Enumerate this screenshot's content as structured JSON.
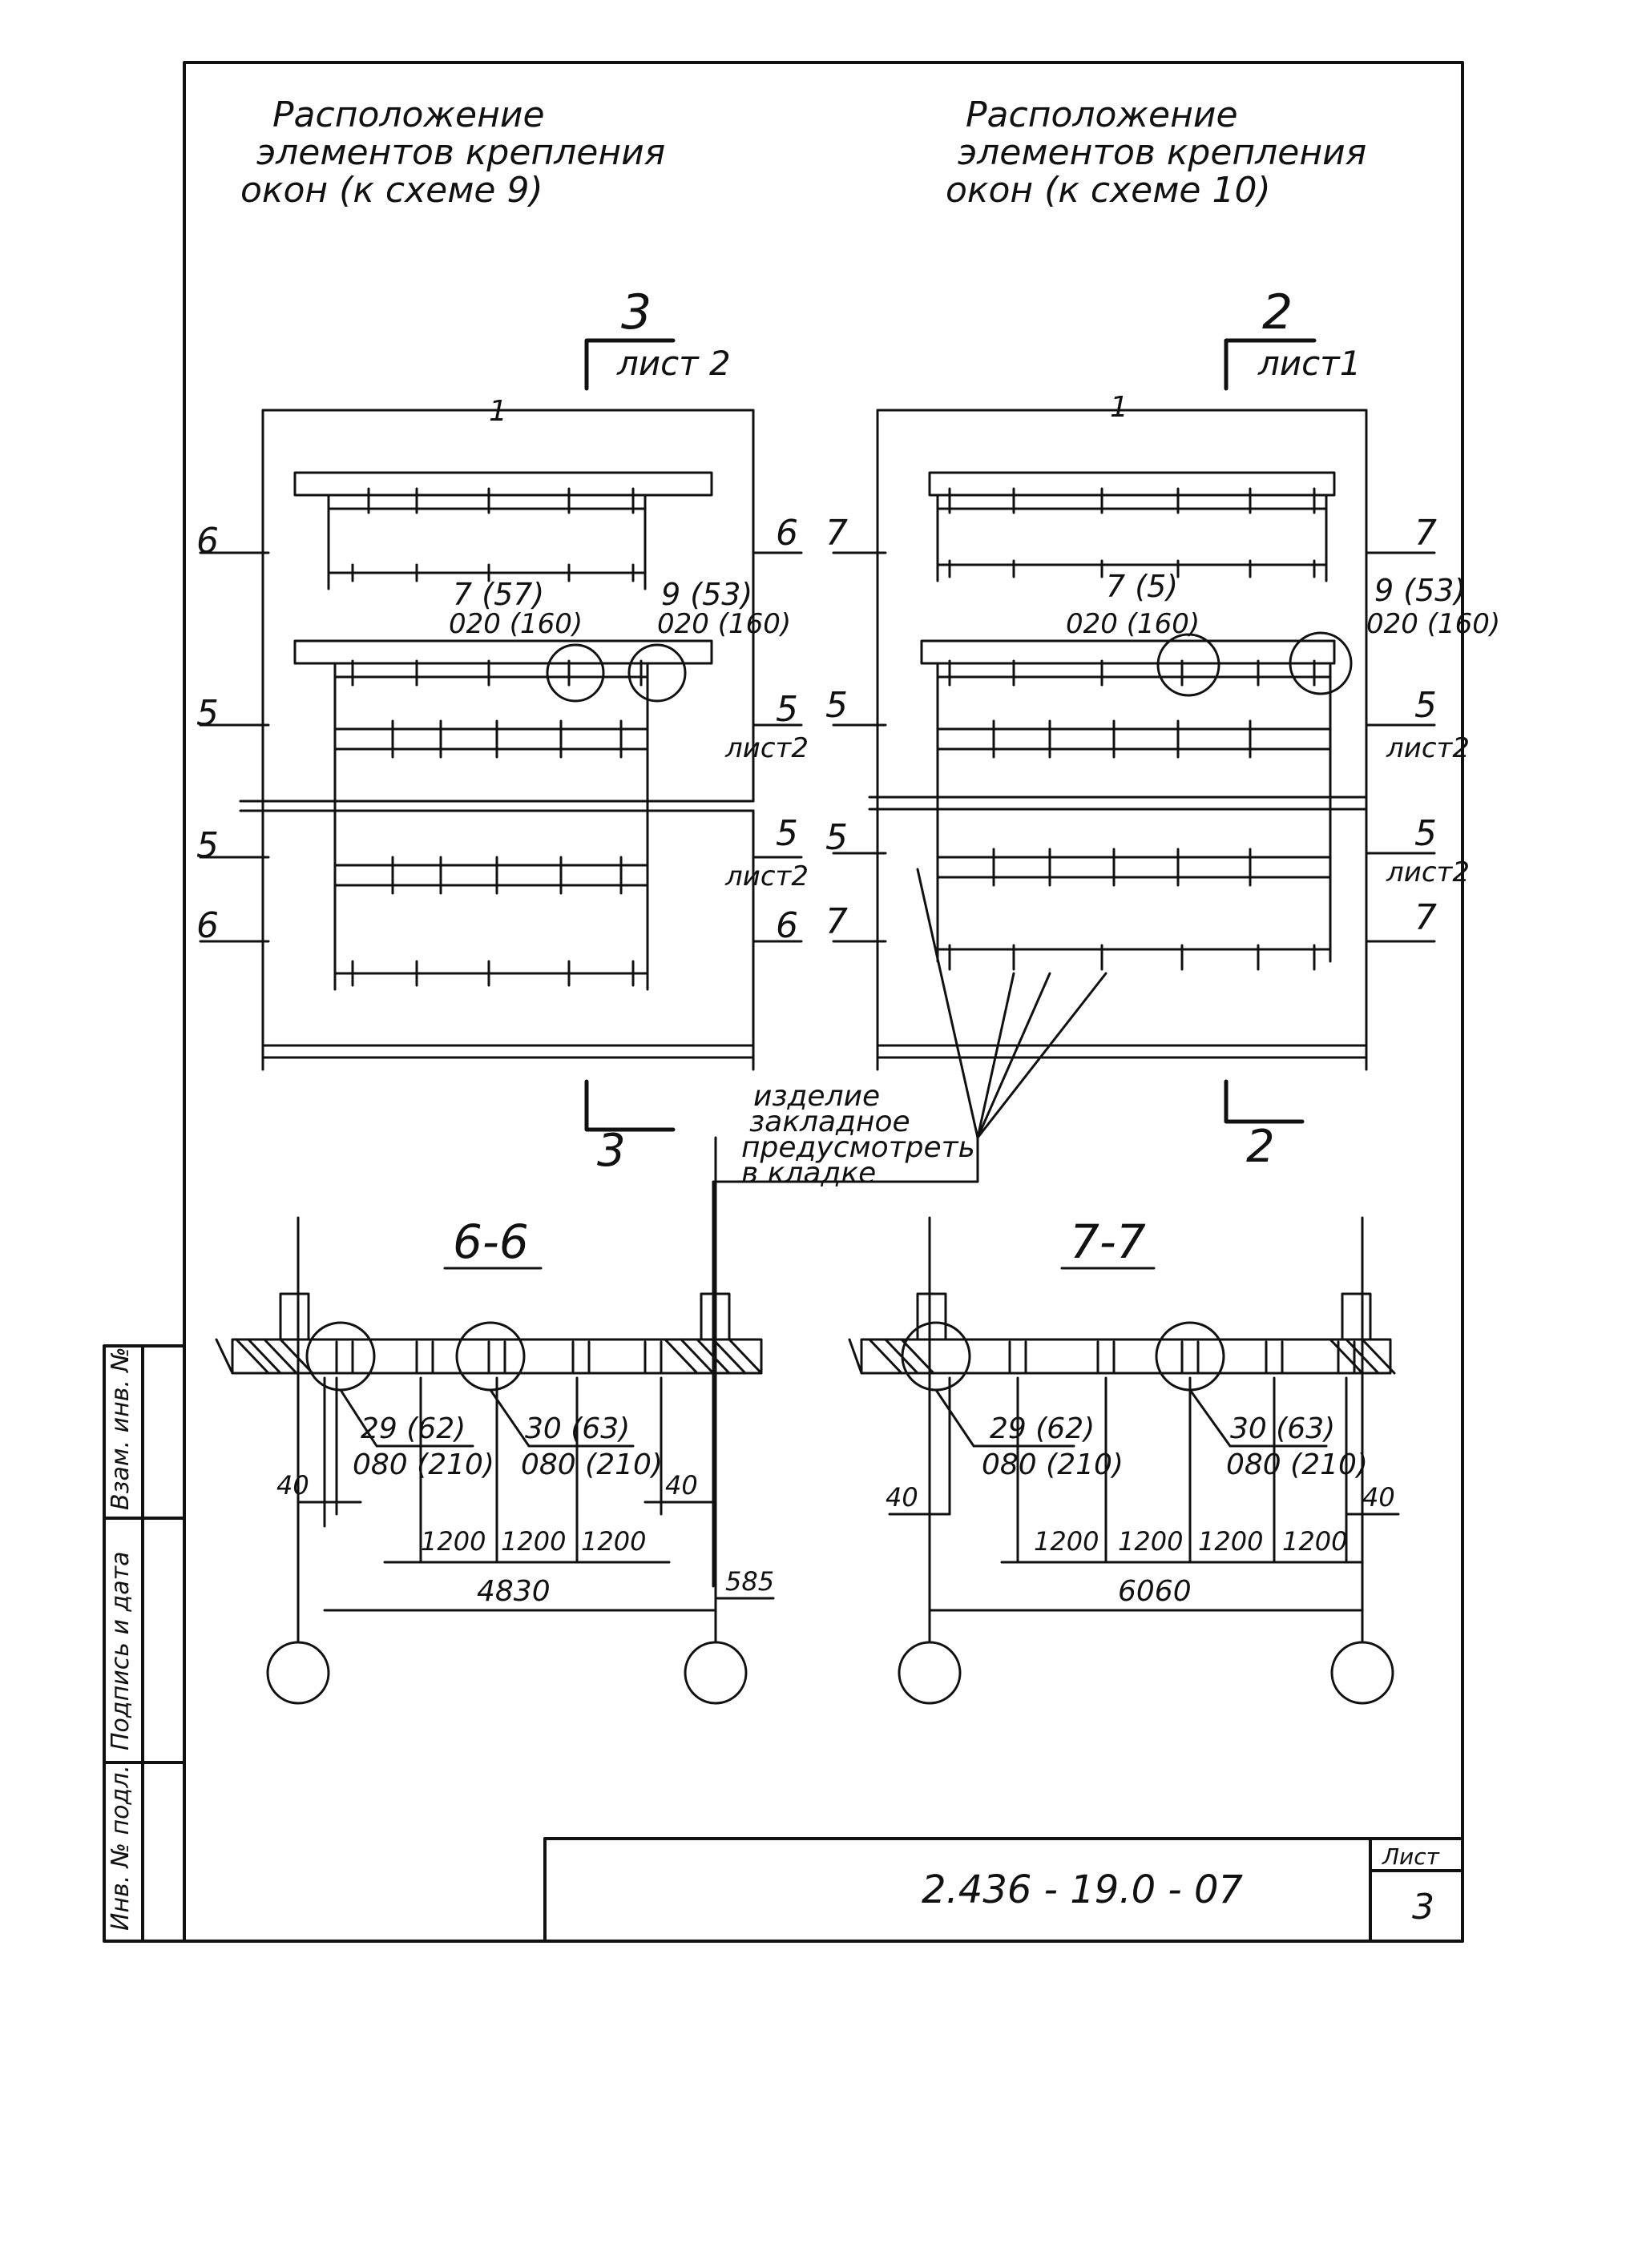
{
  "titles": {
    "left": [
      "Расположение",
      "элементов крепления",
      "окон (к схеме 9)"
    ],
    "right": [
      "Расположение",
      "элементов крепления",
      "окон (к схеме 10)"
    ]
  },
  "section_refs": {
    "left_top": {
      "num": "3",
      "sheet": "лист 2"
    },
    "right_top": {
      "num": "2",
      "sheet": "лист1"
    },
    "left_bottom": "3",
    "right_bottom": "2"
  },
  "plan_left": {
    "axis_mark": "1",
    "cut_marks": [
      "6",
      "6",
      "5",
      "5",
      "5",
      "5",
      "6",
      "6"
    ],
    "sheet_ref": "лист2",
    "callout_a": {
      "num": "7 (57)",
      "sub": "020 (160)"
    },
    "callout_b": {
      "num": "9 (53)",
      "sub": "020 (160)"
    }
  },
  "plan_right": {
    "axis_mark": "1",
    "cut_marks": [
      "7",
      "7",
      "5",
      "5",
      "5",
      "5",
      "7",
      "7"
    ],
    "sheet_ref": "лист2",
    "callout_a": {
      "num": "7 (5)",
      "sub": "020 (160)"
    },
    "callout_b": {
      "num": "9 (53)",
      "sub": "020 (160)"
    }
  },
  "note": [
    "изделие",
    "закладное",
    "предусмотреть",
    "в кладке"
  ],
  "section_6_6": {
    "title": "6-6",
    "callout_a": {
      "num": "29 (62)",
      "sub": "080 (210)"
    },
    "callout_b": {
      "num": "30 (63)",
      "sub": "080 (210)"
    },
    "dims": {
      "d40a": "40",
      "d40b": "40",
      "d1200a": "1200",
      "d1200b": "1200",
      "d1200c": "1200",
      "total": "4830",
      "tail": "585"
    }
  },
  "section_7_7": {
    "title": "7-7",
    "callout_a": {
      "num": "29 (62)",
      "sub": "080 (210)"
    },
    "callout_b": {
      "num": "30 (63)",
      "sub": "080 (210)"
    },
    "dims": {
      "d40a": "40",
      "d40b": "40",
      "d1200a": "1200",
      "d1200b": "1200",
      "d1200c": "1200",
      "d1200d": "1200",
      "total": "6060"
    }
  },
  "stamp": {
    "doc_code": "2.436 - 19.0 - 07",
    "sheet_label": "Лист",
    "sheet_num": "3",
    "side_labels": [
      "Инв. № подл.",
      "Подпись и дата",
      "Взам. инв. №"
    ]
  }
}
